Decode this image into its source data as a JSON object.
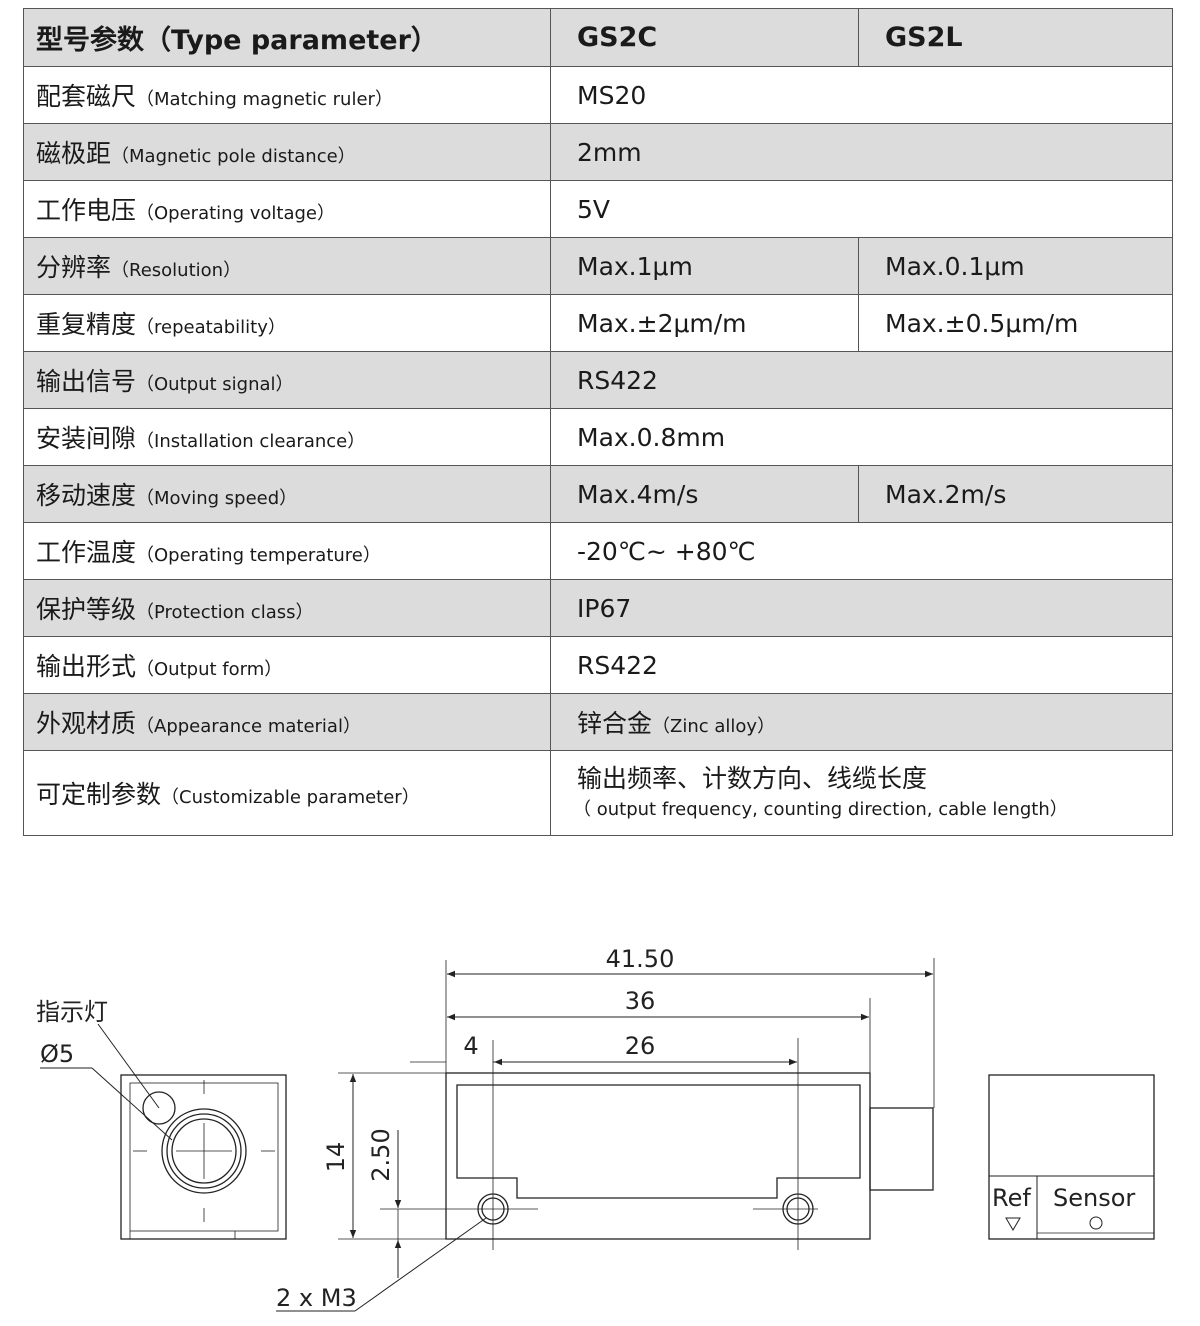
{
  "table": {
    "header": {
      "label": "型号参数（Type parameter）",
      "col1": "GS2C",
      "col2": "GS2L"
    },
    "rows": [
      {
        "cn": "配套磁尺",
        "en": "Matching magnetic ruler",
        "v1": "MS20"
      },
      {
        "cn": "磁极距",
        "en": "Magnetic pole distance",
        "v1": "2mm"
      },
      {
        "cn": "工作电压",
        "en": "Operating voltage",
        "v1": "5V"
      },
      {
        "cn": "分辨率",
        "en": "Resolution",
        "v1": "Max.1μm",
        "v2": "Max.0.1μm"
      },
      {
        "cn": "重复精度",
        "en": "repeatability",
        "v1": "Max.±2μm/m",
        "v2": "Max.±0.5μm/m"
      },
      {
        "cn": "输出信号",
        "en": "Output signal",
        "v1": "RS422"
      },
      {
        "cn": "安装间隙",
        "en": "Installation clearance",
        "v1": "Max.0.8mm"
      },
      {
        "cn": "移动速度",
        "en": "Moving speed",
        "v1": "Max.4m/s",
        "v2": "Max.2m/s"
      },
      {
        "cn": "工作温度",
        "en": "Operating temperature",
        "v1": "-20℃~ +80℃"
      },
      {
        "cn": "保护等级",
        "en": "Protection class",
        "v1": "IP67"
      },
      {
        "cn": "输出形式",
        "en": "Output form",
        "v1": "RS422"
      },
      {
        "cn": "外观材质",
        "en": "Appearance material",
        "v1": "锌合金",
        "v1_en": "Zinc alloy"
      },
      {
        "cn": "可定制参数",
        "en": "Customizable parameter",
        "v1": "输出频率、计数方向、线缆长度",
        "v1_en": "output frequency, counting direction, cable length"
      }
    ]
  },
  "drawing": {
    "indicator_label": "指示灯",
    "diameter_label": "Ø5",
    "dim_overall": "41.50",
    "dim_body": "36",
    "dim_offset": "4",
    "dim_hole_spacing": "26",
    "dim_height": "14",
    "dim_hole_height": "2.50",
    "screw_label": "2 x M3",
    "ref_label": "Ref",
    "sensor_label": "Sensor"
  }
}
